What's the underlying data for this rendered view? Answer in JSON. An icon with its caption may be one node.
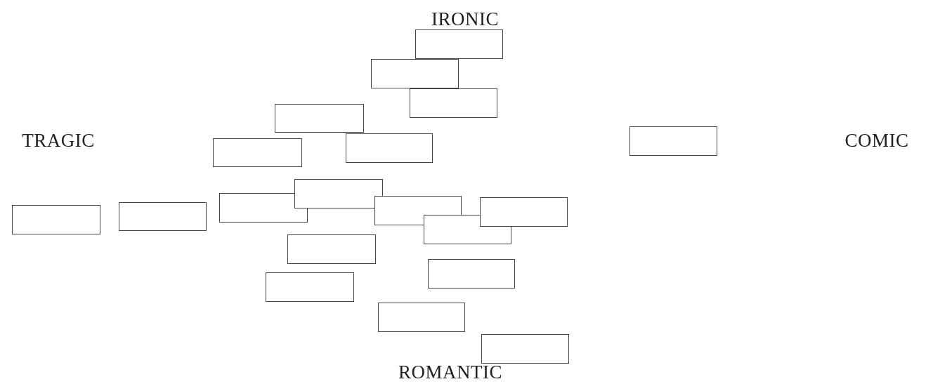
{
  "diagram": {
    "nodes": [
      {
        "text": [],
        "shape": "box"
      },
      {
        "text": [],
        "shape": "box"
      },
      {
        "text": [],
        "shape": "box"
      },
      {
        "text": [],
        "shape": "box"
      },
      {
        "text": [],
        "shape": "box"
      },
      {
        "text": [],
        "shape": "box"
      },
      {
        "text": [],
        "shape": "box"
      },
      {
        "text": [],
        "shape": "box"
      },
      {
        "text": [],
        "shape": "box"
      },
      {
        "text": [],
        "shape": "box"
      },
      {
        "text": [],
        "shape": "box"
      },
      {
        "text": [],
        "shape": "box"
      },
      {
        "text": [],
        "shape": "box"
      },
      {
        "text": [],
        "shape": "box"
      },
      {
        "text": [],
        "shape": "box"
      },
      {
        "text": [],
        "shape": "box"
      },
      {
        "text": [],
        "shape": "box"
      },
      {
        "text": [],
        "shape": "box"
      },
      {
        "text": [],
        "shape": "box"
      }
    ],
    "edges": [],
    "labels": [
      "IRONIC",
      "TRAGIC",
      "COMIC",
      "ROMANTIC"
    ]
  }
}
